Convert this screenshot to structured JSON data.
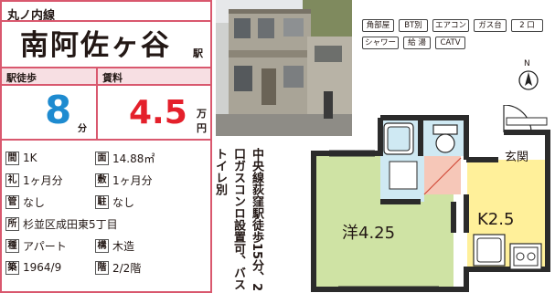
{
  "line": "丸ノ内線",
  "station": {
    "name": "南阿佐ヶ谷",
    "suffix": "駅"
  },
  "walk": {
    "label": "駅徒歩",
    "value": "8",
    "unit": "分"
  },
  "rent": {
    "label": "賃料",
    "value": "4.5",
    "unit1": "万",
    "unit2": "円"
  },
  "specs": [
    {
      "label": "間",
      "value": "1K"
    },
    {
      "label": "面",
      "value": "14.88㎡"
    },
    {
      "label": "礼",
      "value": "1ヶ月分"
    },
    {
      "label": "敷",
      "value": "1ヶ月分"
    },
    {
      "label": "管",
      "value": "なし"
    },
    {
      "label": "駐",
      "value": "なし"
    },
    {
      "label": "所",
      "value": "杉並区成田東5丁目"
    },
    {
      "label": "種",
      "value": "アパート"
    },
    {
      "label": "構",
      "value": "木造"
    },
    {
      "label": "築",
      "value": "1964/9"
    },
    {
      "label": "階",
      "value": "2/2階"
    }
  ],
  "caption": "中央線荻窪駅徒歩15分、2口ガスコンロ設置可、バストイレ別",
  "tags": [
    "角部屋",
    "BT別",
    "エアコン",
    "ガス台",
    "2 口",
    "シャワー",
    "給 湯",
    "CATV"
  ],
  "floorplan": {
    "compass": "N",
    "rooms": {
      "western": "洋4.25",
      "kitchen": "K2.5",
      "entrance": "玄関"
    }
  },
  "colors": {
    "accent": "#d9586e",
    "header_bg": "#f7dfe3",
    "walk": "#1e8bd0",
    "rent": "#e4202b",
    "room_green": "#cfe3a4",
    "kitchen_yellow": "#fff09a",
    "wet_blue": "#cfe9f3"
  }
}
